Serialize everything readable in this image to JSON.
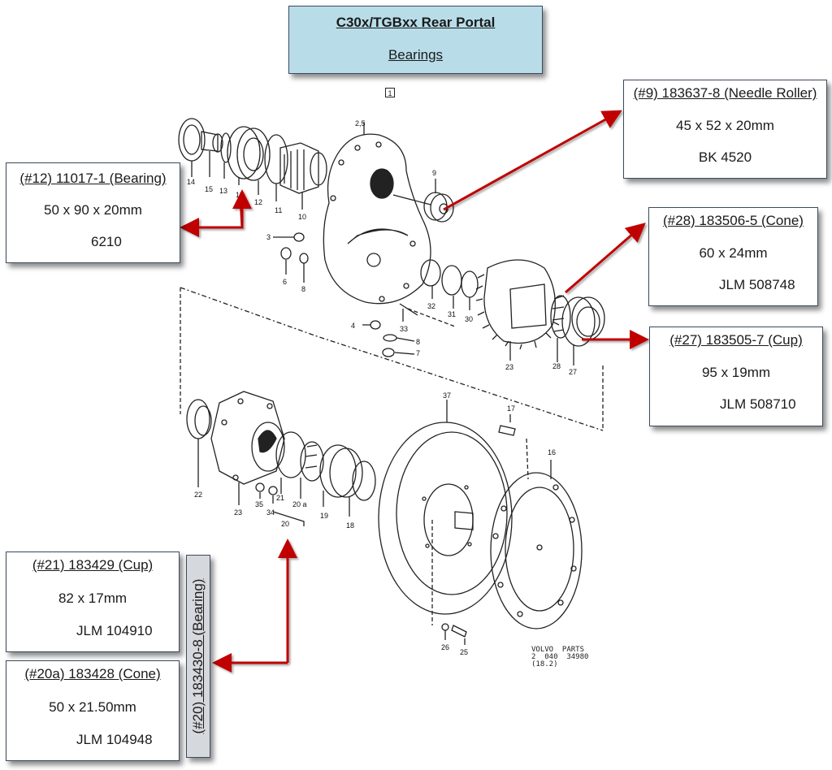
{
  "header": {
    "title": "C30x/TGBxx Rear Portal",
    "subtitle": "Bearings",
    "page_marker": "1"
  },
  "callouts": {
    "needle_roller": {
      "heading": "(#9) 183637-8 (Needle Roller)",
      "size": "45 x 52 x 20mm",
      "ref": "BK 4520"
    },
    "bearing_12": {
      "heading": "(#12) 11017-1 (Bearing)",
      "size": "50 x 90 x 20mm",
      "ref": "6210"
    },
    "cone_28": {
      "heading": "(#28) 183506-5 (Cone)",
      "size": "60 x 24mm",
      "ref": "JLM 508748"
    },
    "cup_27": {
      "heading": "(#27) 183505-7 (Cup)",
      "size": "95 x 19mm",
      "ref": "JLM 508710"
    },
    "cup_21": {
      "heading": "(#21) 183429 (Cup)",
      "size": "82 x 17mm",
      "ref": "JLM 104910"
    },
    "cone_20a": {
      "heading": "(#20a) 183428 (Cone)",
      "size": "50 x 21.50mm",
      "ref": "JLM 104948"
    },
    "bearing_20": {
      "label": "(#20) 183430-8 (Bearing)"
    }
  },
  "part_labels": [
    "14",
    "15",
    "13",
    "11",
    "12",
    "11",
    "10",
    "2,5",
    "9",
    "3",
    "6",
    "8",
    "32",
    "31",
    "30",
    "23",
    "28",
    "27",
    "4",
    "33",
    "8",
    "7",
    "22",
    "23",
    "35",
    "34",
    "21",
    "20 a",
    "20",
    "19",
    "18",
    "37",
    "17",
    "16",
    "26",
    "25"
  ],
  "footer_note": {
    "line1": "VOLVO  PARTS",
    "line2": "2  040  34980",
    "line3": "(18.2)"
  },
  "colors": {
    "title_bg": "#b8dde9",
    "arrow": "#c00000",
    "box_border": "#3a4a5e",
    "vertical_label_bg": "#d5d9dd"
  }
}
